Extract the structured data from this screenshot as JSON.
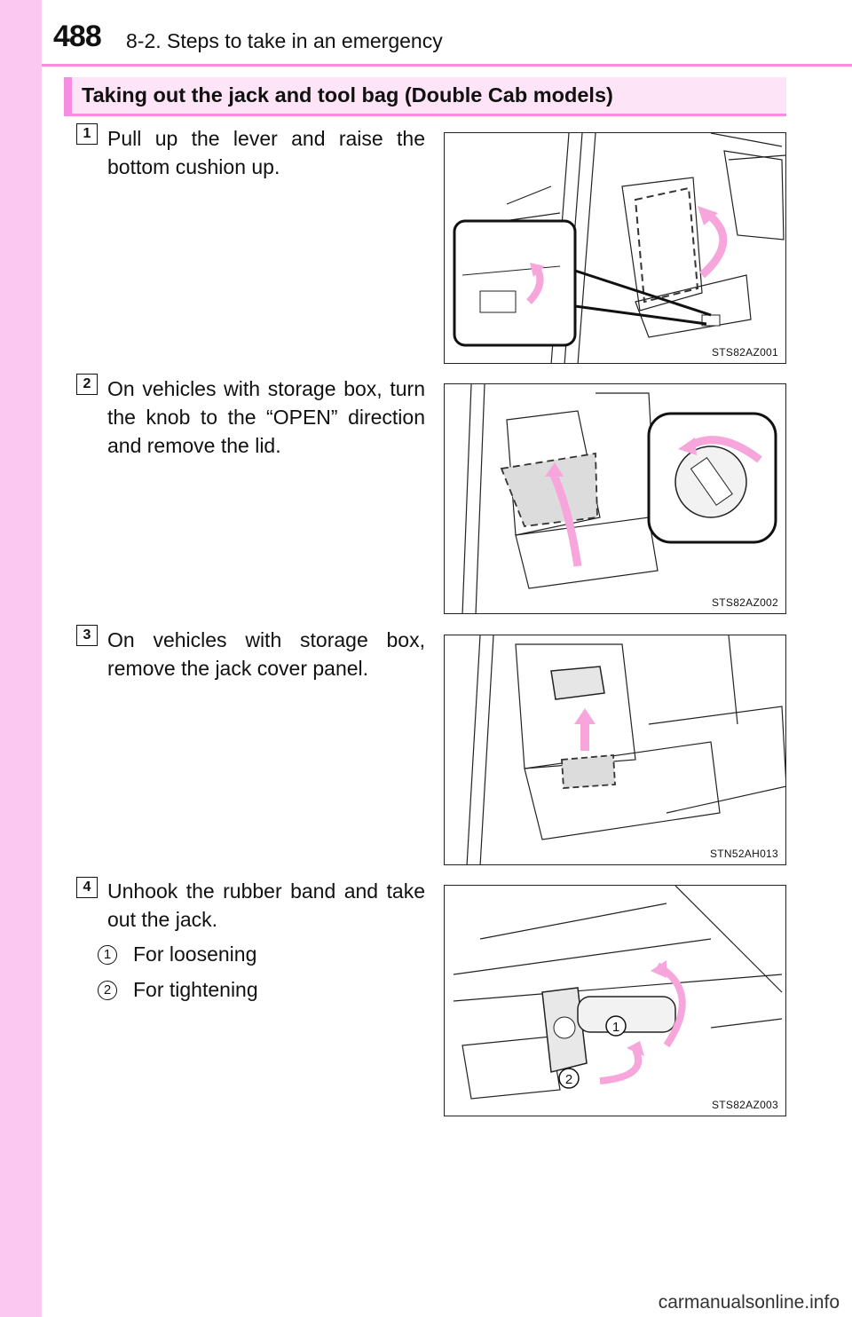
{
  "header": {
    "page_number": "488",
    "section": "8-2. Steps to take in an emergency"
  },
  "heading": "Taking out the jack and tool bag (Double Cab models)",
  "steps": [
    {
      "number": "1",
      "text": "Pull up the lever and raise the bottom cushion up.",
      "figure_code": "STS82AZ001"
    },
    {
      "number": "2",
      "text": "On vehicles with storage box, turn the knob to the “OPEN” direction and remove the lid.",
      "figure_code": "STS82AZ002"
    },
    {
      "number": "3",
      "text": "On vehicles with storage box, remove the jack cover panel.",
      "figure_code": "STN52AH013"
    },
    {
      "number": "4",
      "text": "Unhook the rubber band and take out the jack.",
      "figure_code": "STS82AZ003",
      "sub_items": [
        {
          "marker": "1",
          "label": "For loosening"
        },
        {
          "marker": "2",
          "label": "For tightening"
        }
      ],
      "figure_callouts": [
        "1",
        "2"
      ]
    }
  ],
  "colors": {
    "accent": "#f58ee2",
    "sidebar": "#fbc8f1",
    "heading_bg": "#fde4f7",
    "arrow": "#f7a6dc"
  },
  "watermark": "carmanualsonline.info"
}
